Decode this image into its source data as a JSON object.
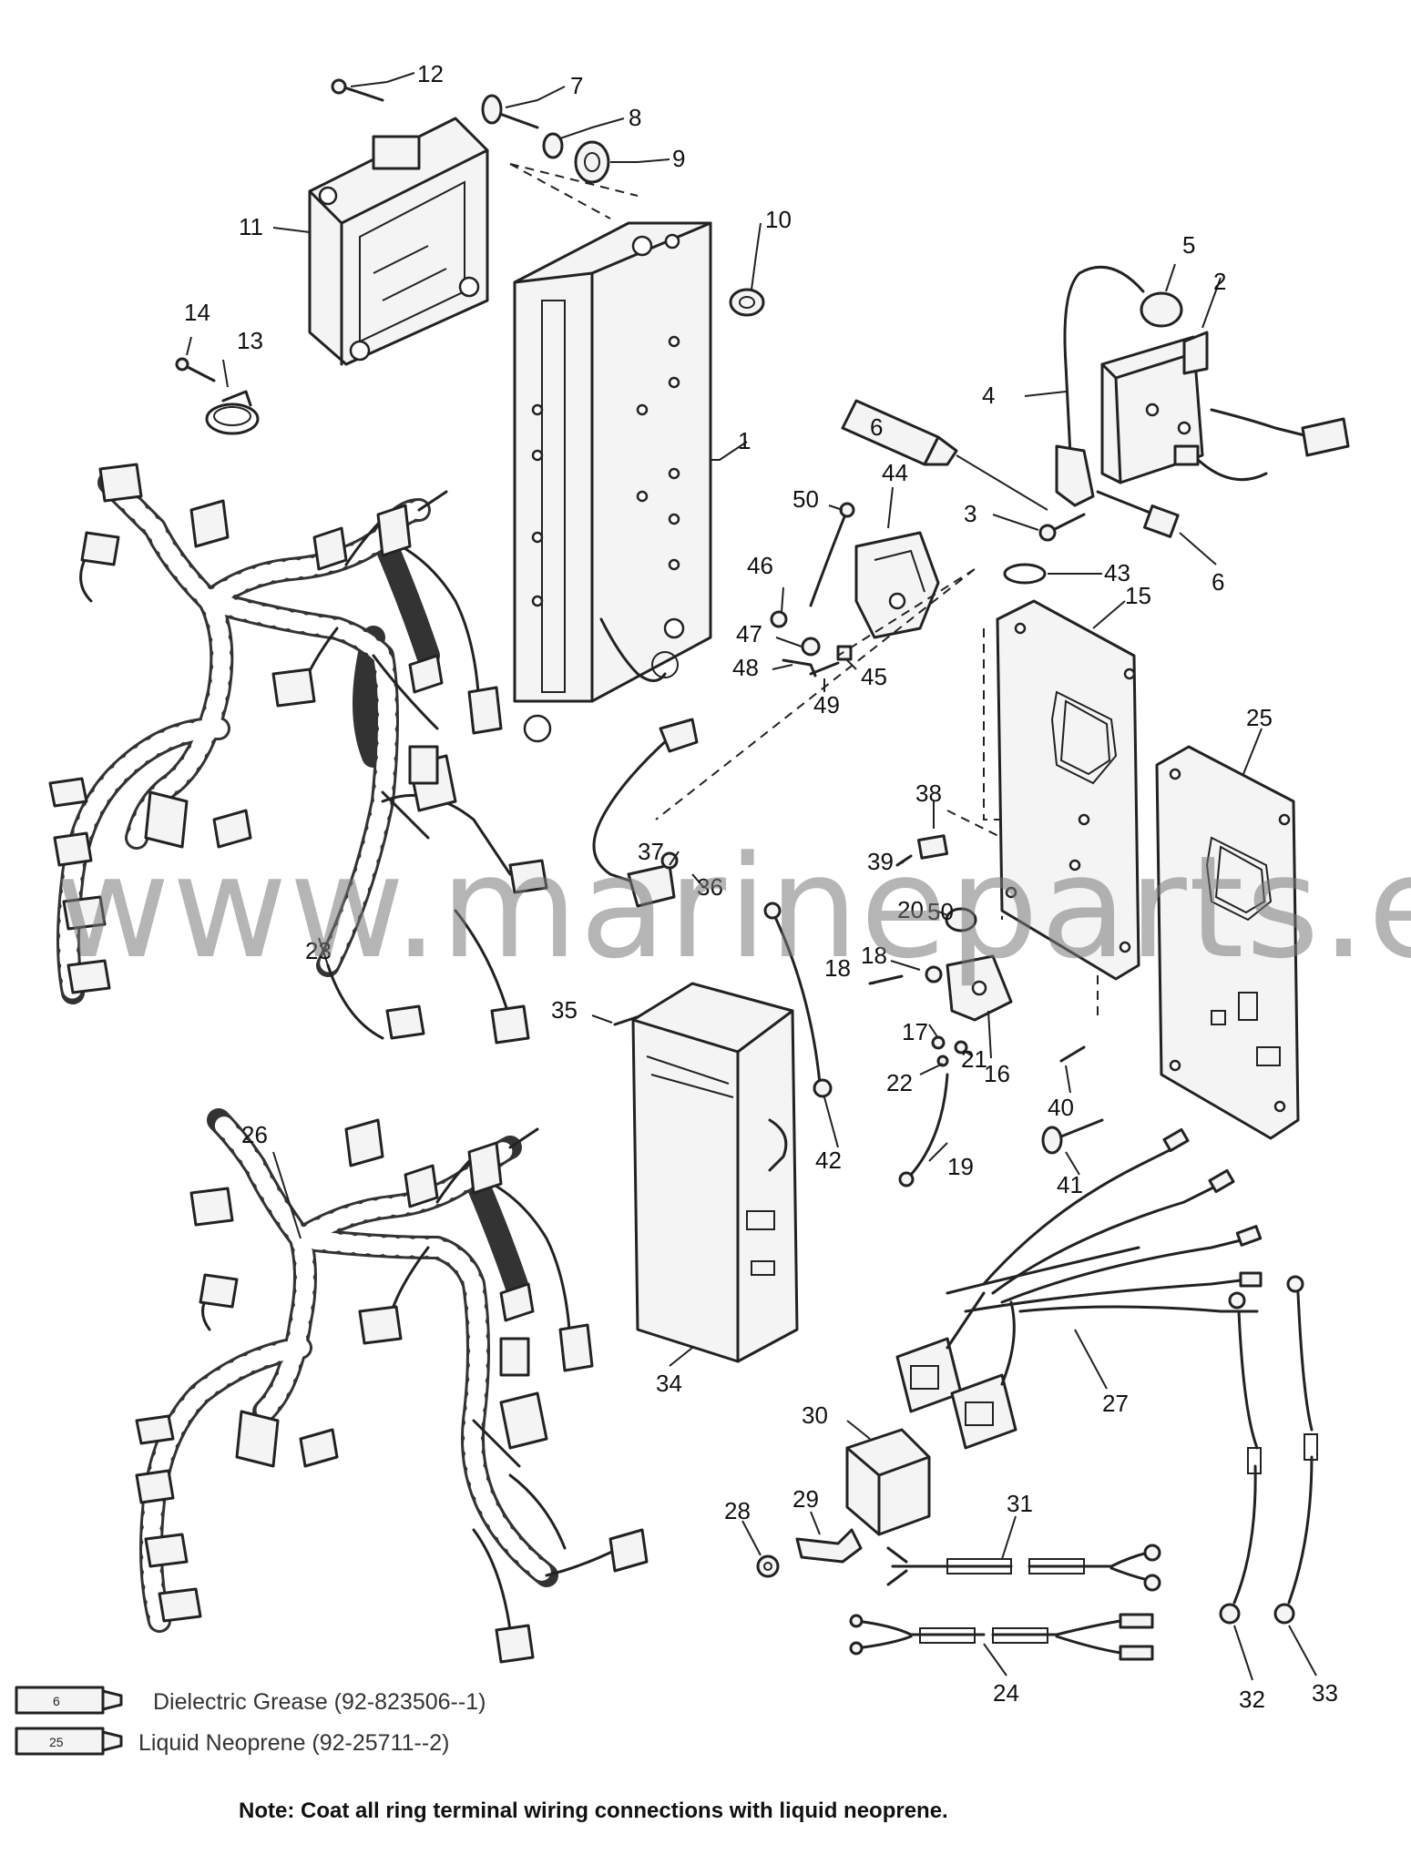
{
  "callouts": {
    "c1": "1",
    "c2": "2",
    "c3": "3",
    "c4": "4",
    "c5": "5",
    "c6": "6",
    "c7": "7",
    "c8": "8",
    "c9": "9",
    "c10": "10",
    "c11": "11",
    "c12": "12",
    "c13": "13",
    "c14": "14",
    "c15": "15",
    "c16": "16",
    "c17": "17",
    "c18": "18",
    "c19": "19",
    "c20": "20",
    "c21": "21",
    "c22": "22",
    "c23": "23",
    "c24": "24",
    "c25": "25",
    "c26": "26",
    "c27": "27",
    "c28": "28",
    "c29": "29",
    "c30": "30",
    "c31": "31",
    "c32": "32",
    "c33": "33",
    "c34": "34",
    "c35": "35",
    "c36": "36",
    "c37": "37",
    "c38": "38",
    "c39": "39",
    "c40": "40",
    "c41": "41",
    "c42": "42",
    "c43": "43",
    "c44": "44",
    "c45": "45",
    "c46": "46",
    "c47": "47",
    "c48": "48",
    "c49": "49",
    "c50": "50",
    "c18b": "18",
    "c50b": "50",
    "c6tube": "6"
  },
  "watermark": "www.marineparts.eu",
  "legend": [
    {
      "code": "6",
      "text": "Dielectric Grease (92-823506--1)"
    },
    {
      "code": "25",
      "text": "Liquid Neoprene (92-25711--2)"
    }
  ],
  "note": "Note: Coat all ring terminal wiring connections with liquid neoprene."
}
